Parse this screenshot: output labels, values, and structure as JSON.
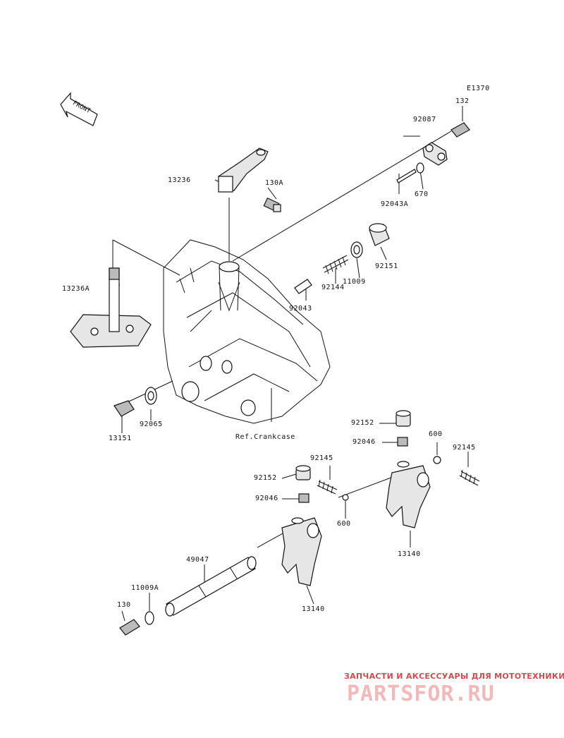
{
  "diagram": {
    "code": "E1370",
    "direction_label": "FRONT",
    "parts": {
      "p132": "132",
      "p92087": "92087",
      "p670": "670",
      "p92043A": "92043A",
      "p13236": "13236",
      "p130A": "130A",
      "p92151": "92151",
      "p11009": "11009",
      "p92144": "92144",
      "p92043": "92043",
      "p13236A": "13236A",
      "p13151": "13151",
      "p92065": "92065",
      "ref_crankcase": "Ref.Crankcase",
      "p92152_right": "92152",
      "p600_right": "600",
      "p92046_right": "92046",
      "p92145_right": "92145",
      "p13140_right": "13140",
      "p92152_left": "92152",
      "p92145_left": "92145",
      "p92046_left": "92046",
      "p600_left": "600",
      "p49047": "49047",
      "p11009A": "11009A",
      "p130": "130",
      "p13140_left": "13140"
    }
  },
  "watermark": {
    "tagline": "ЗАПЧАСТИ И АКСЕССУАРЫ ДЛЯ МОТОТЕХНИКИ",
    "logo": "PARTSFOR.RU"
  }
}
